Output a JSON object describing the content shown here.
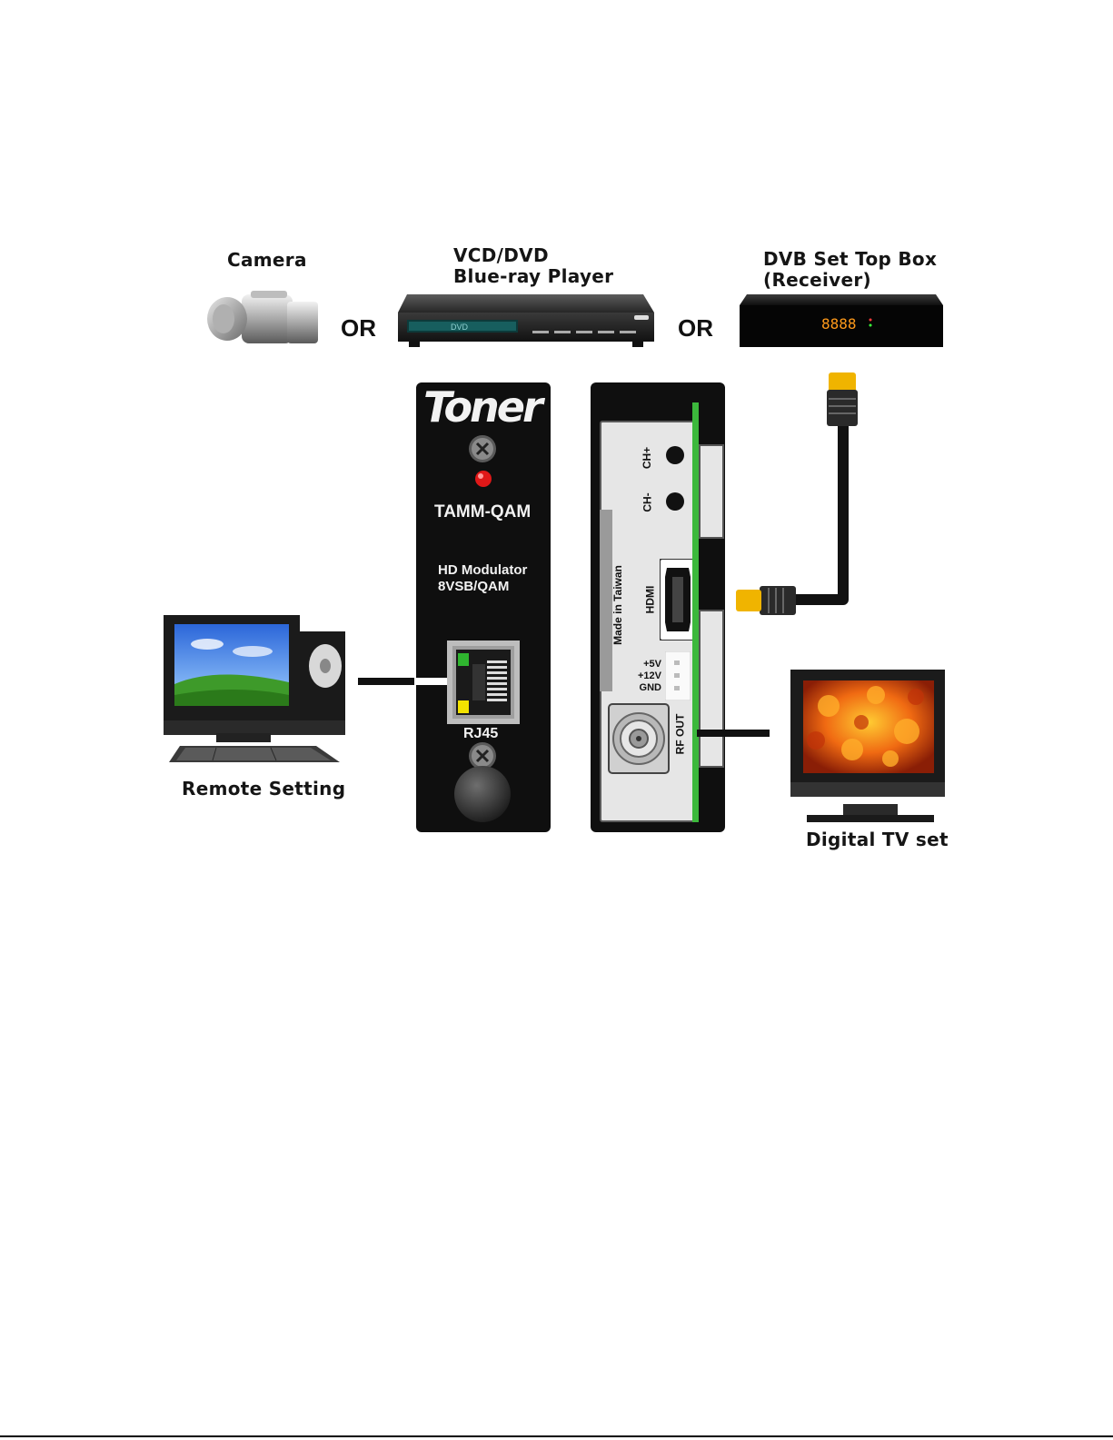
{
  "labels": {
    "camera": "Camera",
    "player_line1": "VCD/DVD",
    "player_line2": "Blue-ray Player",
    "stb_line1": "DVB Set Top Box",
    "stb_line2": "(Receiver)",
    "or_1": "OR",
    "or_2": "OR",
    "remote_setting": "Remote Setting",
    "digital_tv": "Digital TV set"
  },
  "front_panel": {
    "logo": "Toner",
    "model": "TAMM-QAM",
    "desc_line1": "HD Modulator",
    "desc_line2": "8VSB/QAM",
    "port": "RJ45"
  },
  "rear_panel": {
    "ch_plus": "CH+",
    "ch_minus": "CH-",
    "made_in": "Made in Taiwan",
    "hdmi": "HDMI",
    "v5": "+5V",
    "v12": "+12V",
    "gnd": "GND",
    "rf_out": "RF OUT"
  },
  "stb_display": "8888",
  "dvd_display": "DVD",
  "colors": {
    "panel": "#0f0f0f",
    "led_red": "#e01818",
    "led_green": "#2fb52f",
    "led_yellow": "#f2e200",
    "pcb_green": "#3cb83c",
    "hdmi_gold": "#f0b400",
    "stb_digits": "#ff9a1a"
  }
}
